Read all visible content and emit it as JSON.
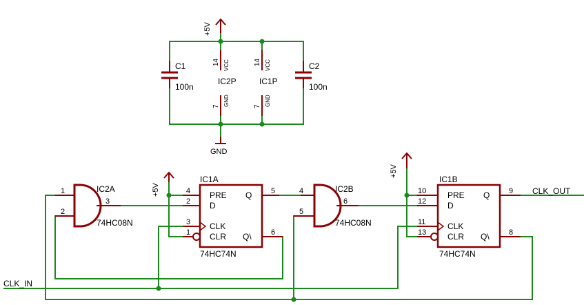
{
  "colors": {
    "wire": "#1a8a1a",
    "part": "#8b0000",
    "text": "#000000",
    "background": "#ffffff"
  },
  "power": {
    "vcc_label": "+5V",
    "gnd_label": "GND"
  },
  "capacitors": [
    {
      "ref": "C1",
      "value": "100n"
    },
    {
      "ref": "C2",
      "value": "100n"
    }
  ],
  "power_parts": [
    {
      "ref": "IC2P",
      "vcc_pin": "14",
      "vcc_name": "VCC",
      "gnd_pin": "7",
      "gnd_name": "GND"
    },
    {
      "ref": "IC1P",
      "vcc_pin": "14",
      "vcc_name": "VCC",
      "gnd_pin": "7",
      "gnd_name": "GND"
    }
  ],
  "and_gates": [
    {
      "ref": "IC2A",
      "part": "74HC08N",
      "in_pins": [
        "1",
        "2"
      ],
      "out_pin": "3"
    },
    {
      "ref": "IC2B",
      "part": "74HC08N",
      "in_pins": [
        "4",
        "5"
      ],
      "out_pin": "6"
    }
  ],
  "flip_flops": [
    {
      "ref": "IC1A",
      "part": "74HC74N",
      "pre": "PRE",
      "d": "D",
      "clk": "CLK",
      "clr": "CLR",
      "q": "Q",
      "qn": "Q\\",
      "pins": {
        "pre": "4",
        "d": "2",
        "clk": "3",
        "clr": "1",
        "q": "5",
        "qn": "6"
      }
    },
    {
      "ref": "IC1B",
      "part": "74HC74N",
      "pre": "PRE",
      "d": "D",
      "clk": "CLK",
      "clr": "CLR",
      "q": "Q",
      "qn": "Q\\",
      "pins": {
        "pre": "10",
        "d": "12",
        "clk": "11",
        "clr": "13",
        "q": "9",
        "qn": "8"
      }
    }
  ],
  "nets": {
    "clk_in": "CLK_IN",
    "clk_out": "CLK_OUT"
  }
}
